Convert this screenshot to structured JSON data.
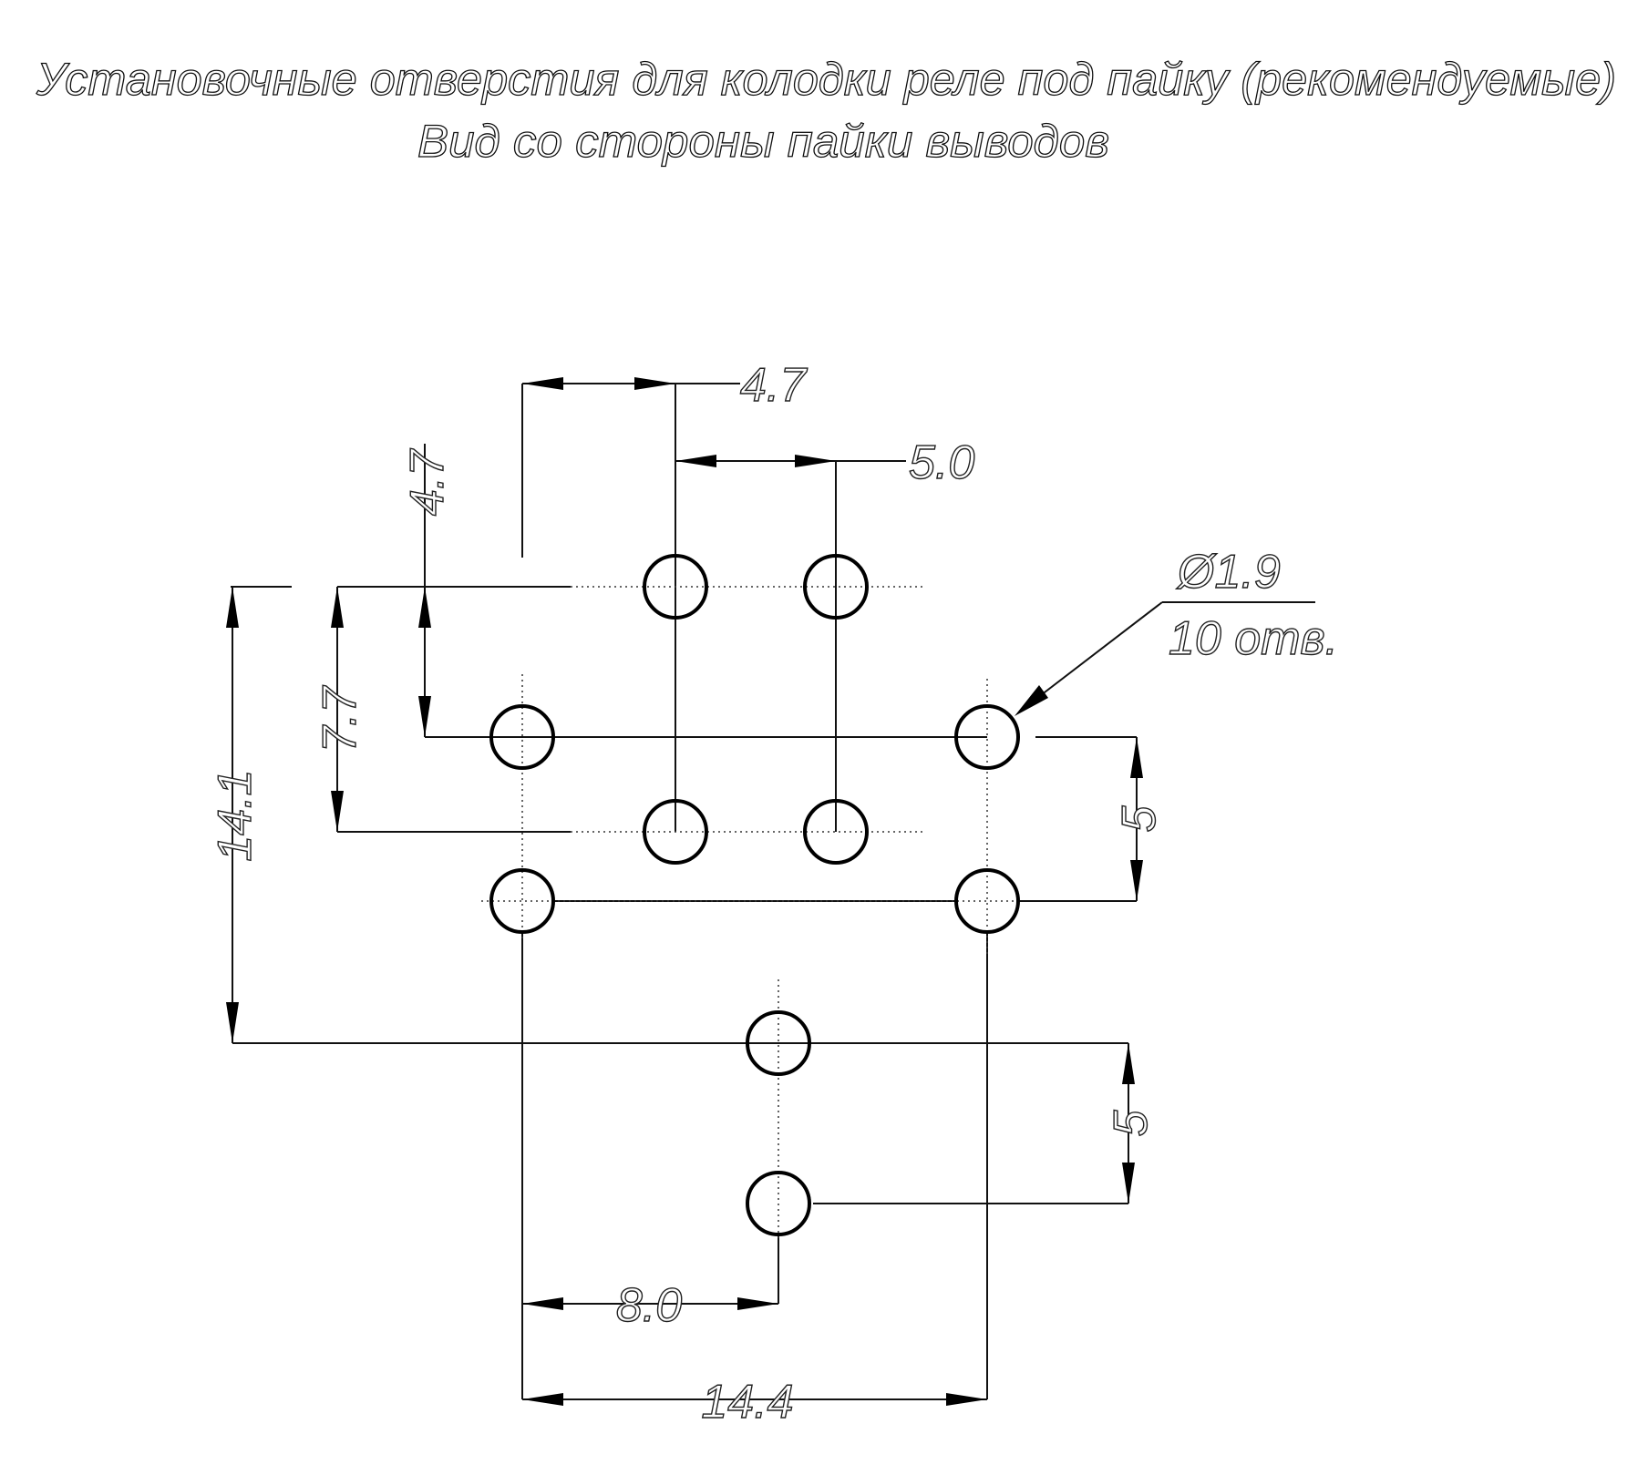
{
  "title": {
    "line1": "Установочные отверстия для колодки реле под пайку (рекомендуемые)",
    "line2": "Вид со стороны пайки выводов"
  },
  "dimensions": {
    "top_h_left": "4.7",
    "top_h_right": "5.0",
    "left_v_small": "4.7",
    "left_v_mid": "7.7",
    "left_v_large": "14.1",
    "right_v_upper": "5",
    "right_v_lower": "5",
    "bottom_h_short": "8.0",
    "bottom_h_long": "14.4"
  },
  "callout": {
    "diameter": "Ø1.9",
    "count": "10 отв."
  }
}
